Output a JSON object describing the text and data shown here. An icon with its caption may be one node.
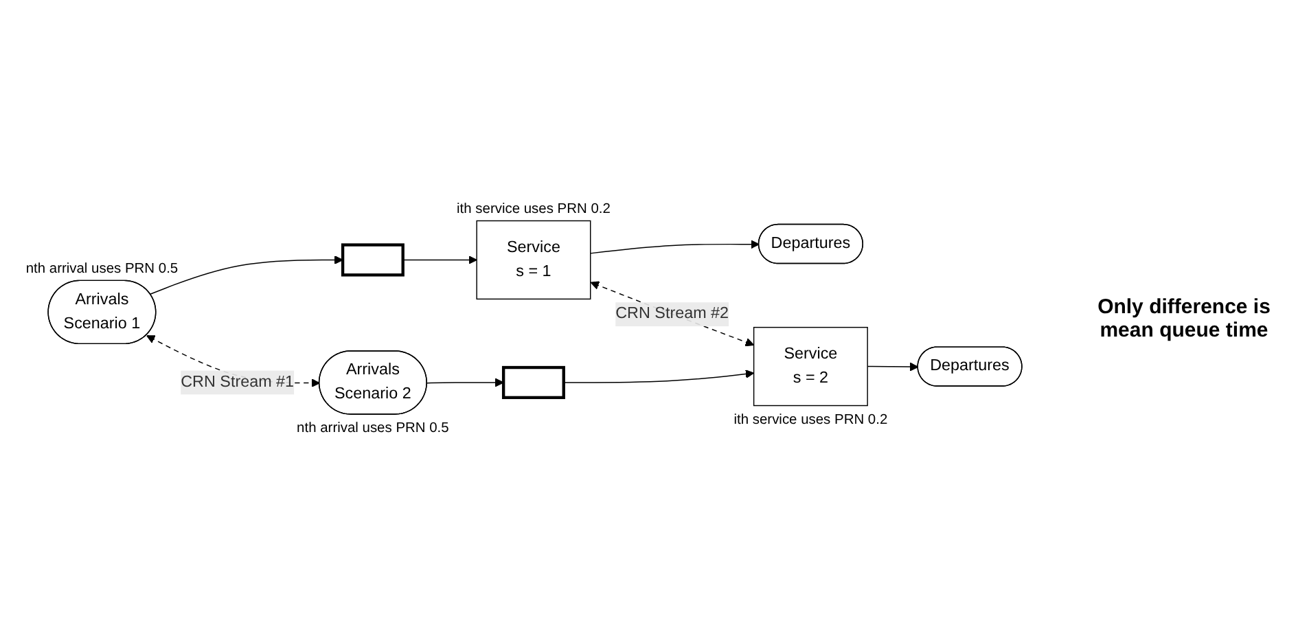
{
  "diagram": {
    "nodes": [
      {
        "text": [
          "Arrivals",
          "Scenario 1"
        ],
        "beside": [
          "nth arrival uses PRN 0.5"
        ]
      },
      {
        "text": [],
        "shape": "queue"
      },
      {
        "text": [
          "Service",
          "s = 1"
        ],
        "beside": [
          "ith service uses PRN 0.2"
        ]
      },
      {
        "text": [
          "Departures"
        ]
      },
      {
        "text": [
          "Arrivals",
          "Scenario 2"
        ],
        "beside": [
          "nth arrival uses PRN 0.5"
        ]
      },
      {
        "text": [],
        "shape": "queue"
      },
      {
        "text": [
          "Service",
          "s = 2"
        ],
        "beside": [
          "ith service uses PRN 0.2"
        ]
      },
      {
        "text": [
          "Departures"
        ]
      }
    ],
    "edges": [
      {
        "from": 0,
        "to": 1,
        "arrow": "to"
      },
      {
        "from": 1,
        "to": 2,
        "arrow": "to"
      },
      {
        "from": 2,
        "to": 3,
        "arrow": "to"
      },
      {
        "from": 4,
        "to": 5,
        "arrow": "to"
      },
      {
        "from": 5,
        "to": 6,
        "arrow": "to"
      },
      {
        "from": 6,
        "to": 7,
        "arrow": "to"
      },
      {
        "from": 0,
        "to": 4,
        "arrow": "both",
        "style": "dashed",
        "label": "CRN Stream #1"
      },
      {
        "from": 2,
        "to": 6,
        "arrow": "both",
        "style": "dashed",
        "label": "CRN Stream #2"
      }
    ],
    "labels": [
      "Only difference is mean queue time"
    ]
  }
}
